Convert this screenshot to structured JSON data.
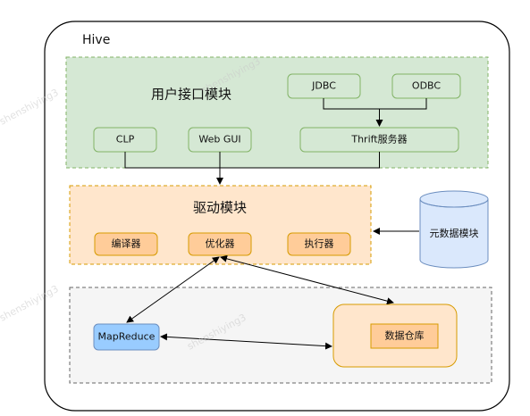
{
  "title": "Hive",
  "modules": {
    "user_interface": {
      "label": "用户接口模块",
      "items": {
        "jdbc": "JDBC",
        "odbc": "ODBC",
        "clp": "CLP",
        "webgui": "Web GUI",
        "thrift": "Thrift服务器"
      }
    },
    "driver": {
      "label": "驱动模块",
      "items": {
        "compiler": "编译器",
        "optimizer": "优化器",
        "executor": "执行器"
      }
    },
    "metastore": {
      "label": "元数据模块"
    },
    "storage": {
      "mapreduce": "MapReduce",
      "warehouse": "数据仓库"
    }
  },
  "watermark": "shenshiying3",
  "colors": {
    "green_bg": "#d5e8d4",
    "green_stroke": "#82b366",
    "orange_bg": "#ffe6cc",
    "orange_stroke": "#d79b00",
    "orange_item": "#ffcc99",
    "blue_bg": "#dae8fc",
    "blue_stroke": "#6c8ebf",
    "blue_item": "#99ccff",
    "grey_bg": "#f5f5f5",
    "grey_stroke": "#666666"
  }
}
